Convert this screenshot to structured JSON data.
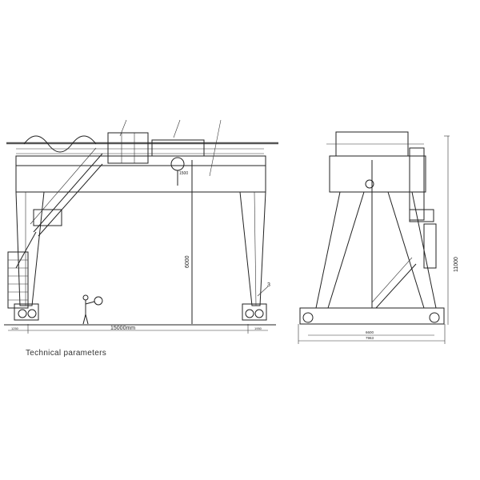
{
  "front_view": {
    "span_label": "15000mm",
    "height_label": "6000",
    "left_overhang_label": "1250",
    "right_overhang_label": "1950",
    "hook_dim_label": "1500",
    "callout_3": "3"
  },
  "side_view": {
    "wheelbase_label": "6600",
    "overall_width_label": "7963",
    "overall_height_label": "11000"
  },
  "section_heading": "Technical parameters"
}
